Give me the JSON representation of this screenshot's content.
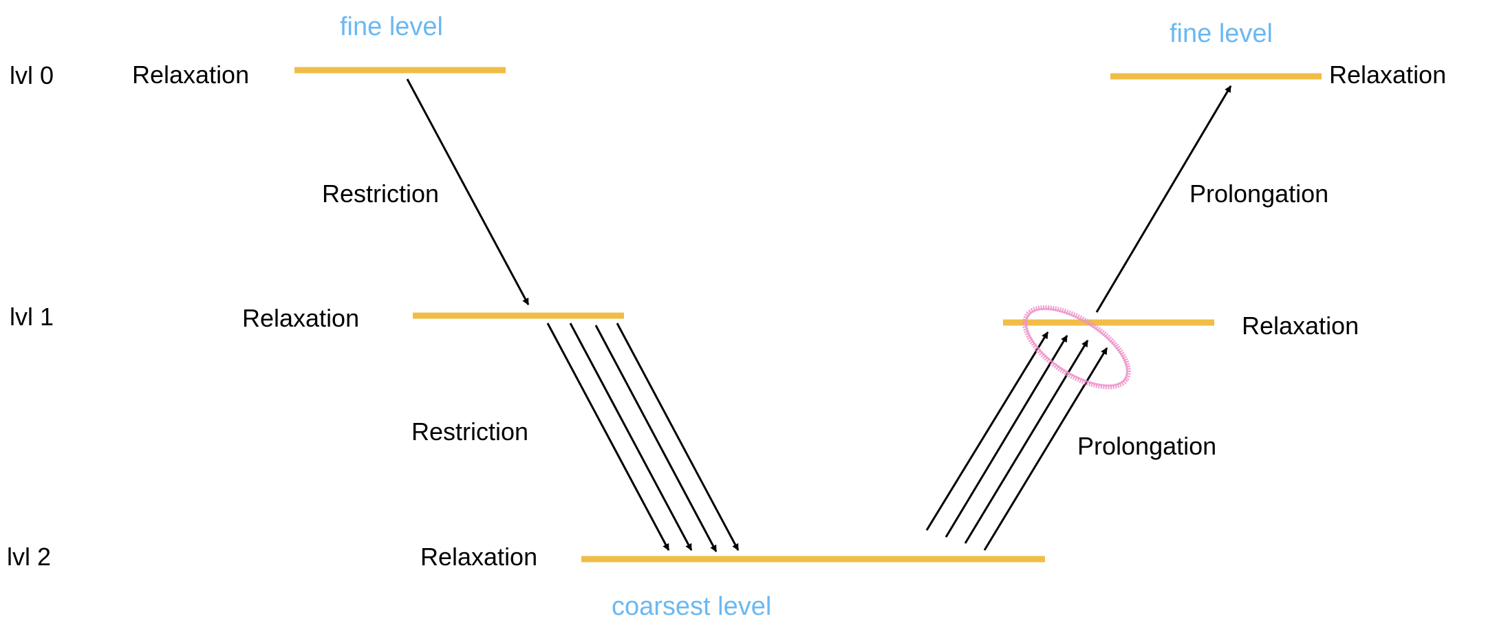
{
  "colors": {
    "level_line": "#f0bd45",
    "level_tag": "#6ab8f2",
    "arrow": "#000000",
    "highlight": "#ee8fc8"
  },
  "levels": {
    "lvl0": "lvl 0",
    "lvl1": "lvl 1",
    "lvl2": "lvl 2"
  },
  "tags": {
    "fine_left": "fine level",
    "fine_right": "fine level",
    "coarsest": "coarsest level"
  },
  "steps": {
    "relax_l0_left": "Relaxation",
    "relax_l1_left": "Relaxation",
    "relax_l2": "Relaxation",
    "relax_l1_right": "Relaxation",
    "relax_l0_right": "Relaxation",
    "restriction_1": "Restriction",
    "restriction_2": "Restriction",
    "prolongation_1": "Prolongation",
    "prolongation_2": "Prolongation"
  }
}
